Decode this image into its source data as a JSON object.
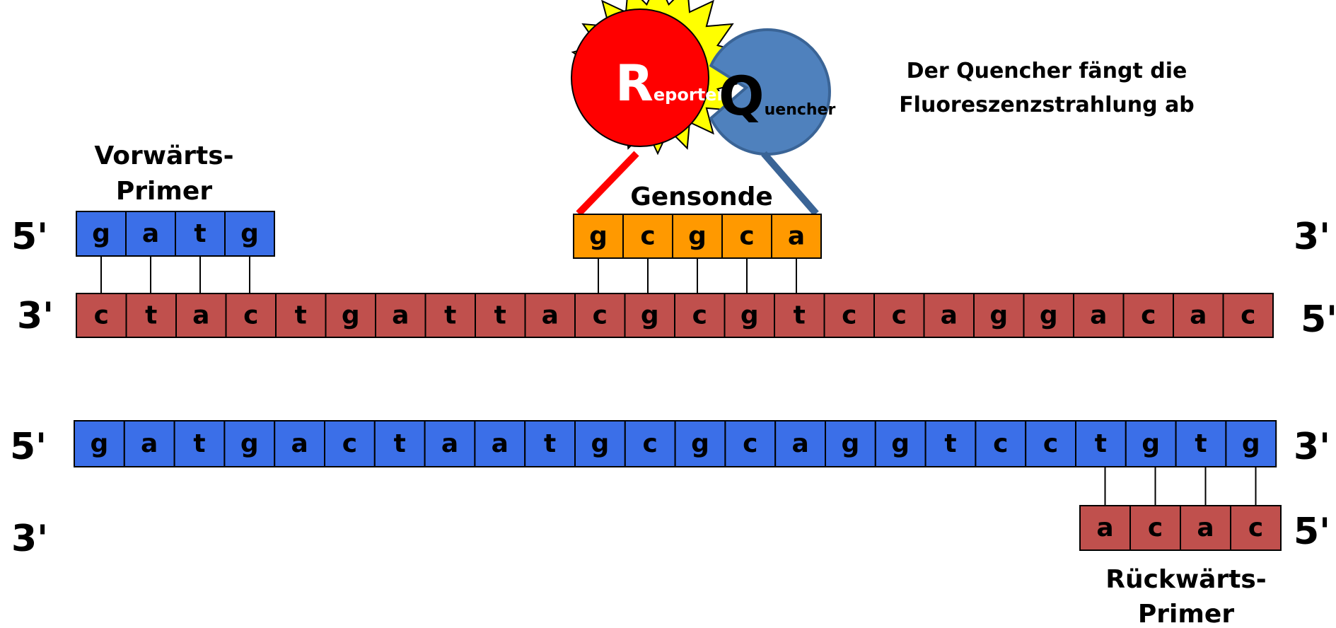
{
  "colors": {
    "forward_strand": "#3b6fe8",
    "reverse_strand": "#c0504d",
    "probe": "#ff9900",
    "reporter": "#ff0000",
    "quencher": "#4f81bd",
    "quencher_outline": "#3a6496",
    "flash": "#ffff00",
    "outline": "#000000"
  },
  "probe": {
    "label": "Gensonde",
    "bases": [
      "g",
      "c",
      "g",
      "c",
      "a"
    ],
    "reporter_initial": "R",
    "reporter_rest": "eporter",
    "quencher_initial": "Q",
    "quencher_rest": "uencher",
    "note_line1": "Der Quencher fängt die",
    "note_line2": "Fluoreszenzstrahlung ab"
  },
  "forward_primer": {
    "label_line1": "Vorwärts-",
    "label_line2": "Primer",
    "bases": [
      "g",
      "a",
      "t",
      "g"
    ],
    "end_left": "5'"
  },
  "top_template": {
    "bases": [
      "c",
      "t",
      "a",
      "c",
      "t",
      "g",
      "a",
      "t",
      "t",
      "a",
      "c",
      "g",
      "c",
      "g",
      "t",
      "c",
      "c",
      "a",
      "g",
      "g",
      "a",
      "c",
      "a",
      "c"
    ],
    "end_left": "3'",
    "end_right": "5'",
    "probe_strand_end_right": "3'"
  },
  "bottom_template": {
    "bases": [
      "g",
      "a",
      "t",
      "g",
      "a",
      "c",
      "t",
      "a",
      "a",
      "t",
      "g",
      "c",
      "g",
      "c",
      "a",
      "g",
      "g",
      "t",
      "c",
      "c",
      "t",
      "g",
      "t",
      "g"
    ],
    "end_left": "5'",
    "end_right": "3'"
  },
  "reverse_primer": {
    "label_line1": "Rückwärts-",
    "label_line2": "Primer",
    "bases": [
      "a",
      "c",
      "a",
      "c"
    ],
    "end_left": "3'",
    "end_right": "5'"
  }
}
